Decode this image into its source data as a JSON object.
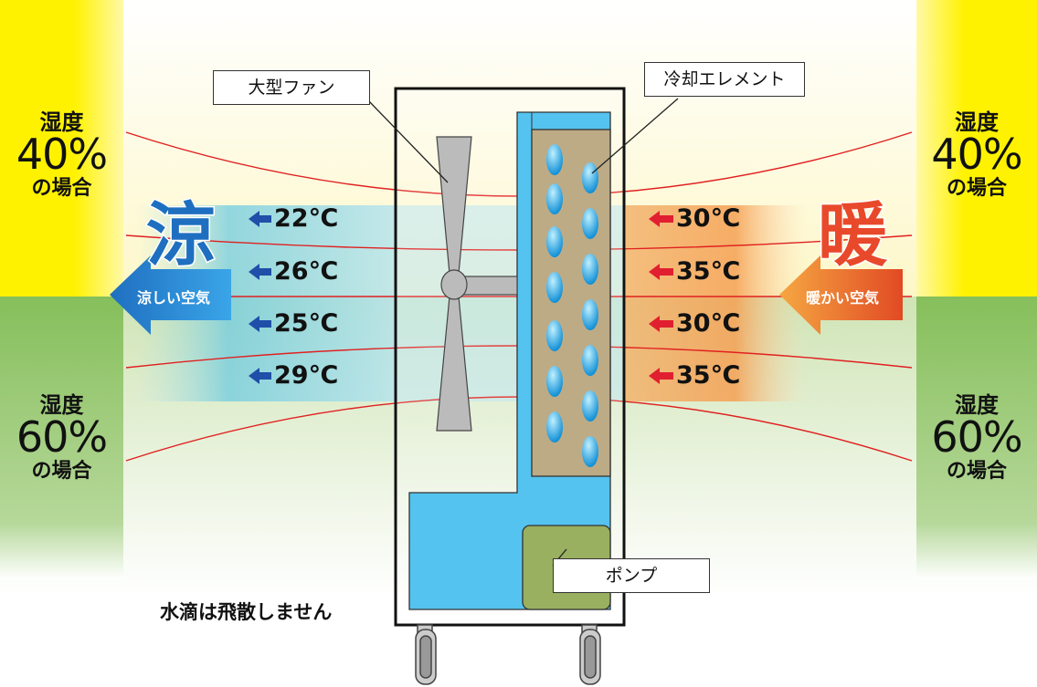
{
  "labels": {
    "fan": "大型ファン",
    "cooling_element": "冷却エレメント",
    "pump": "ポンプ",
    "no_splash": "水滴は飛散しません"
  },
  "humidity": {
    "upper": {
      "word": "湿度",
      "value": "40%",
      "suffix": "の場合"
    },
    "lower": {
      "word": "湿度",
      "value": "60%",
      "suffix": "の場合"
    }
  },
  "cool": {
    "kanji": "涼",
    "label": "涼しい空気"
  },
  "warm": {
    "kanji": "暖",
    "label": "暖かい空気"
  },
  "temps": {
    "cool": [
      "22℃",
      "26℃",
      "25℃",
      "29℃"
    ],
    "warm": [
      "30℃",
      "35℃",
      "30℃",
      "35℃"
    ]
  },
  "colors": {
    "humidity_40_band": "#fff200",
    "humidity_60_band": "#86bf5b",
    "cool_blue": "#1f6fc0",
    "warm_red": "#e8492a",
    "water_blue": "#55c3ef",
    "element_brown": "#bdab86",
    "pump_green": "#99b060"
  },
  "icons": [
    "cool-arrow-icon",
    "warm-arrow-icon",
    "water-droplet-icon",
    "fan-icon",
    "wheel-icon"
  ]
}
